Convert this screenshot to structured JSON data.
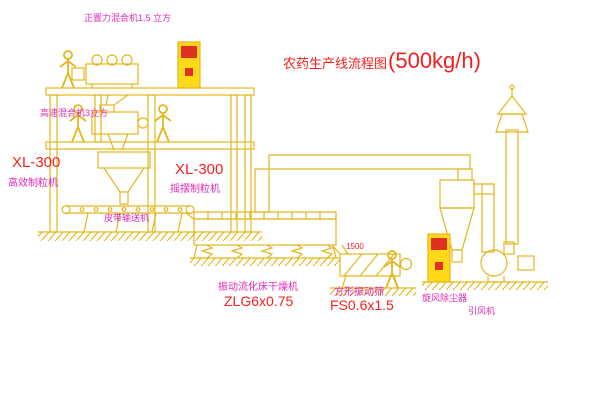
{
  "diagram": {
    "title": {
      "prefix": "农药生产线流程图",
      "capacity": "(500kg/h)"
    },
    "labels": {
      "top_mixer": "正置力混合机1.5 立方",
      "high_speed_mixer": "高速混合机3立方",
      "left_granulator_model": "XL-300",
      "left_granulator_name": "高效制粒机",
      "right_granulator_model": "XL-300",
      "right_granulator_name": "摇摆制粒机",
      "belt_conveyor": "皮带输送机",
      "dryer_name": "振动流化床干燥机",
      "dryer_model": "ZLG6x0.75",
      "sieve_dim": "1500",
      "sieve_name": "方形振动筛",
      "sieve_model": "FS0.6x1.5",
      "cyclone": "旋风除尘器",
      "fan": "引风机"
    },
    "colors": {
      "line": "#e3b71c",
      "cabinet": "#ffd918",
      "redbox": "#e03022",
      "redtext": "#f51f1f",
      "magtext": "#e428b4"
    }
  }
}
